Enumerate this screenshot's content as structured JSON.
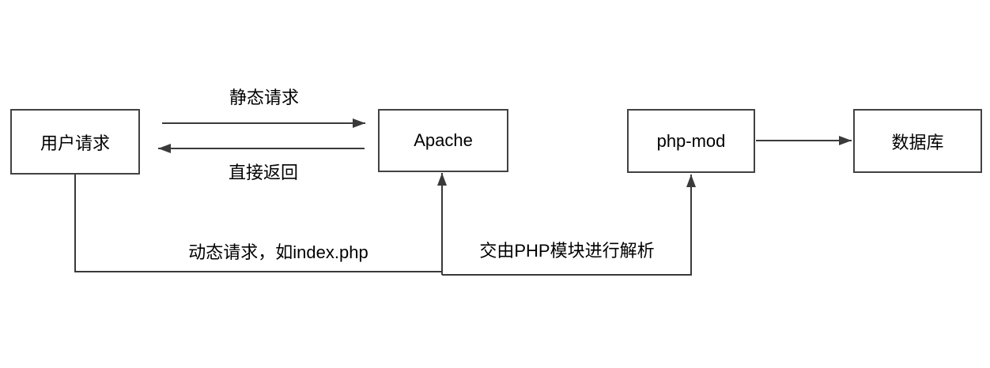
{
  "diagram": {
    "nodes": {
      "user_request": {
        "label": "用户请求"
      },
      "apache": {
        "label": "Apache"
      },
      "php_mod": {
        "label": "php-mod"
      },
      "database": {
        "label": "数据库"
      }
    },
    "edge_labels": {
      "static_request": "静态请求",
      "direct_return": "直接返回",
      "dynamic_request": "动态请求，如index.php",
      "php_module_parse": "交由PHP模块进行解析"
    },
    "colors": {
      "background": "#ffffff",
      "line": "#3a3a3a",
      "box_border": "#424242",
      "text": "#000000"
    }
  }
}
